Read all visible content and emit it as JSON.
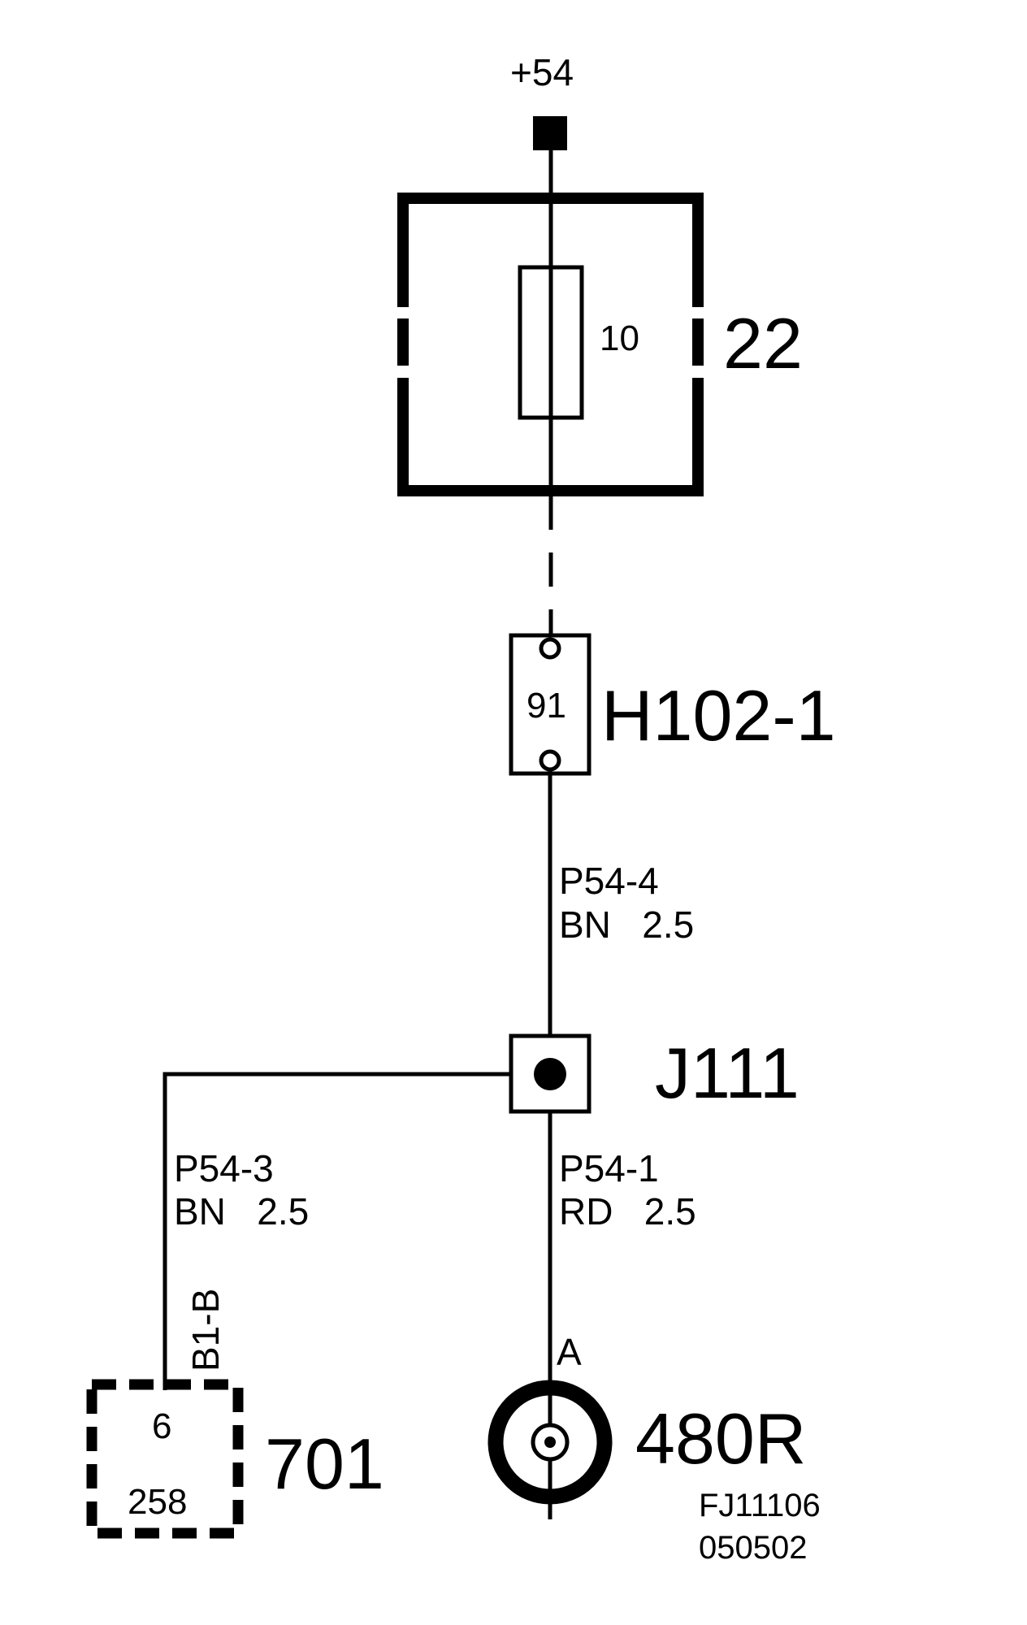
{
  "supply": {
    "label": "+54"
  },
  "fuse_box": {
    "id": "22",
    "fuse_rating": "10"
  },
  "connector_h102": {
    "id": "H102-1",
    "pin": "91"
  },
  "wire_p54_4": {
    "name": "P54-4",
    "spec": "BN   2.5"
  },
  "junction": {
    "id": "J111"
  },
  "wire_p54_3": {
    "name": "P54-3",
    "spec": "BN   2.5"
  },
  "wire_p54_1": {
    "name": "P54-1",
    "spec": "RD   2.5"
  },
  "component_701": {
    "id": "701",
    "pin": "6",
    "part": "258",
    "pin_label": "B1-B"
  },
  "connector_480r": {
    "id": "480R",
    "pin": "A"
  },
  "footer": {
    "ref_code": "FJ11106",
    "date_code": "050502"
  }
}
